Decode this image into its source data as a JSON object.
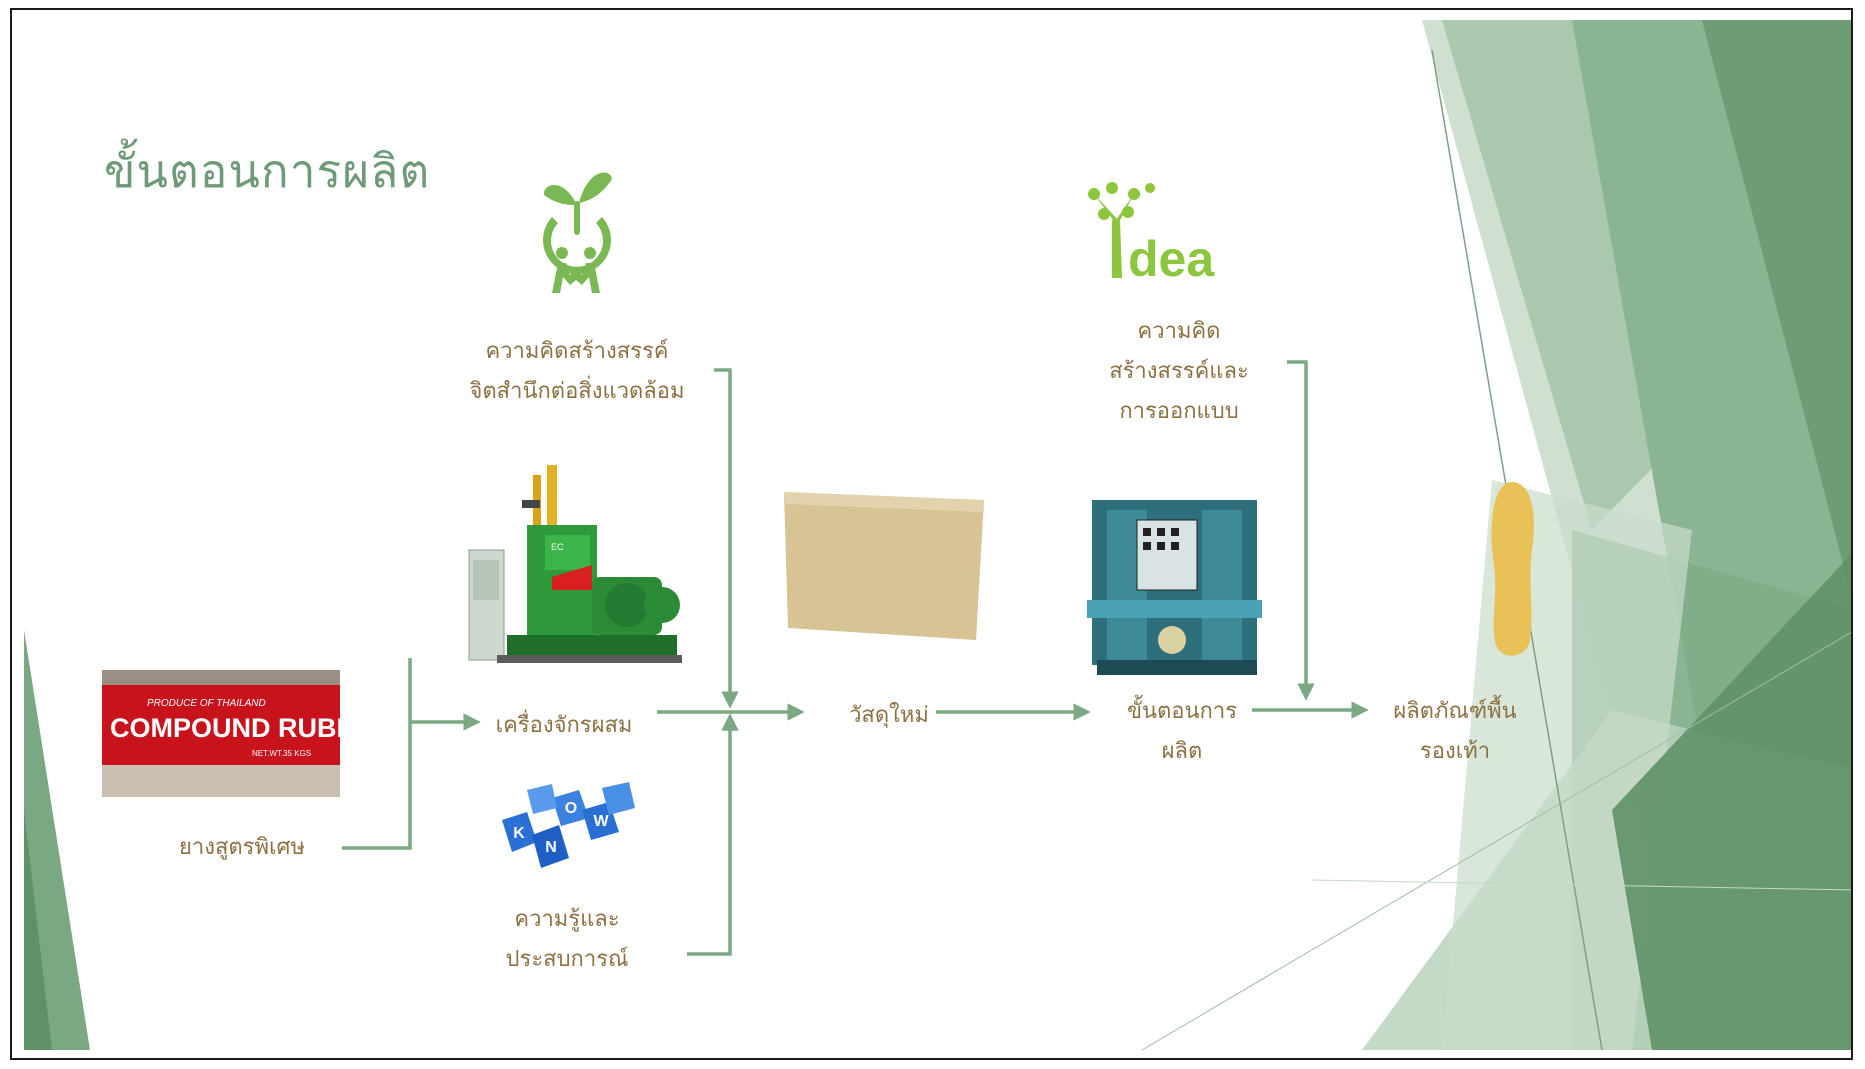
{
  "title": "ขั้นตอนการผลิต",
  "nodes": {
    "creative_eco": {
      "line1": "ความคิดสร้างสรรค์",
      "line2": "จิตสำนึกต่อสิ่งแวดล้อม"
    },
    "mixer": {
      "label": "เครื่องจักรผสม"
    },
    "knowledge": {
      "line1": "ความรู้และ",
      "line2": "ประสบการณ์"
    },
    "rubber": {
      "label": "ยางสูตรพิเศษ"
    },
    "material": {
      "label": "วัสดุใหม่"
    },
    "idea": {
      "line1": "ความคิด",
      "line2": "สร้างสรรค์และ",
      "line3": "การออกแบบ"
    },
    "production": {
      "line1": "ขั้นตอนการ",
      "line2": "ผลิต"
    },
    "product": {
      "line1": "ผลิตภัณฑ์พื้น",
      "line2": "รองเท้า"
    }
  },
  "images": {
    "rubber_pack": {
      "line1": "PRODUCE OF THAILAND",
      "line2": "COMPOUND RUBB",
      "line3": "NET.WT.35 KGS"
    },
    "idea_logo": {
      "text": "dea"
    },
    "know_cubes": {
      "letters": [
        "K",
        "N",
        "O",
        "W"
      ]
    },
    "mixer_badge": {
      "text": "EC"
    }
  },
  "colors": {
    "arrow": "#7aa882",
    "label": "#8c7142",
    "title": "#6f9a78",
    "deco_dark": "#6e9c74",
    "deco_light": "#b9d3bc"
  }
}
